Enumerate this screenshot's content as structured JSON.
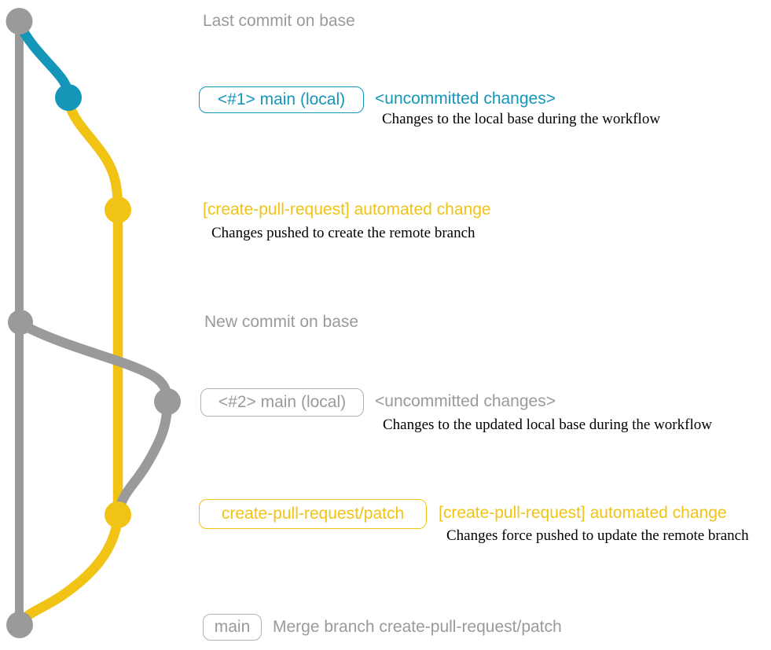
{
  "colors": {
    "gray": "#9A9A9A",
    "teal": "#1496B9",
    "yellow": "#F0C314",
    "note_black": "#000000"
  },
  "annotations": {
    "last_commit": "Last commit on base",
    "new_commit": "New commit on base",
    "row1": {
      "branch_label": "<#1> main (local)",
      "status": "<uncommitted changes>",
      "description": "Changes to the local base during the workflow"
    },
    "row2": {
      "commit_message": "[create-pull-request] automated change",
      "description": "Changes pushed to create the remote branch"
    },
    "row3": {
      "branch_label": "<#2> main (local)",
      "status": "<uncommitted changes>",
      "description": "Changes to the updated local base during the workflow"
    },
    "row4": {
      "branch_label": "create-pull-request/patch",
      "commit_message": "[create-pull-request] automated change",
      "description": "Changes force pushed to update the remote branch"
    },
    "row5": {
      "branch_label": "main",
      "commit_message": "Merge branch create-pull-request/patch"
    }
  },
  "graph": {
    "branches": [
      {
        "id": "base",
        "color_key": "gray"
      },
      {
        "id": "main-local",
        "color_key": "teal"
      },
      {
        "id": "create-pull-request-patch",
        "color_key": "yellow"
      }
    ],
    "nodes": [
      {
        "id": "last-commit-on-base",
        "color_key": "gray"
      },
      {
        "id": "main-local-1-uncommitted",
        "color_key": "teal"
      },
      {
        "id": "automated-change-1",
        "color_key": "yellow"
      },
      {
        "id": "new-commit-on-base",
        "color_key": "gray"
      },
      {
        "id": "main-local-2-uncommitted",
        "color_key": "gray"
      },
      {
        "id": "automated-change-2-force-push",
        "color_key": "yellow"
      },
      {
        "id": "merge-commit-main",
        "color_key": "gray"
      }
    ]
  }
}
